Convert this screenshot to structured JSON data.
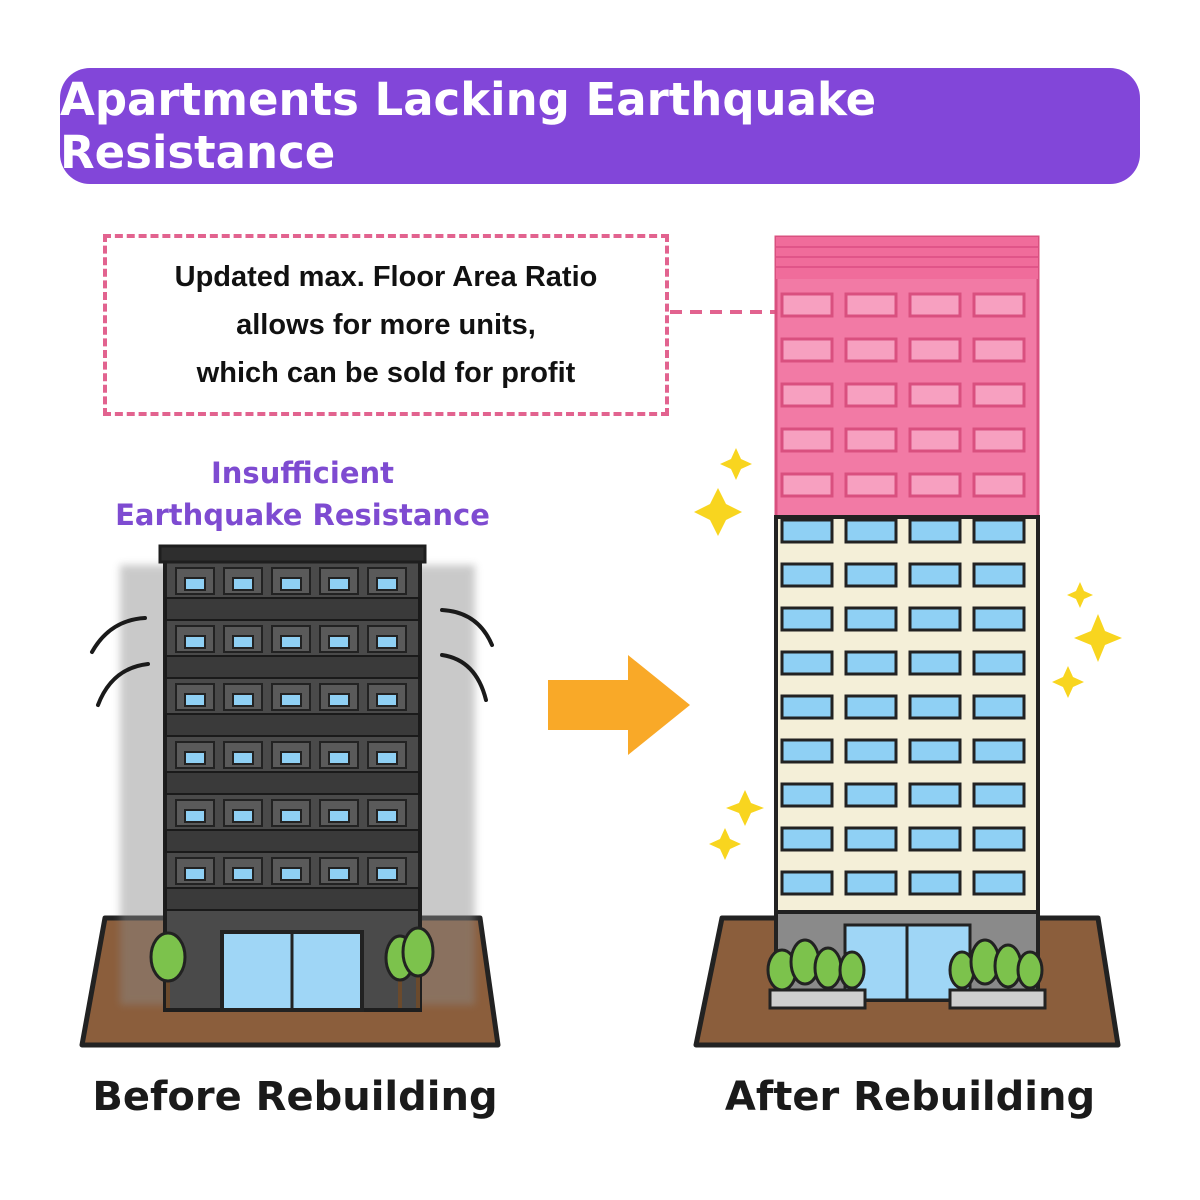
{
  "title": "Apartments Lacking Earthquake Resistance",
  "callout": {
    "lines": [
      "Updated max. Floor Area Ratio",
      "allows for more units,",
      "which can be sold for profit"
    ]
  },
  "before": {
    "label_lines": [
      "Insufficient",
      "Earthquake Resistance"
    ],
    "caption": "Before Rebuilding"
  },
  "after": {
    "caption": "After Rebuilding"
  },
  "colors": {
    "banner": "#8246d9",
    "callout_border": "#e2638f",
    "added_floors": "#f27aa5",
    "arrow": "#f9a928",
    "sparkle": "#f8d51f",
    "ground": "#8b5e3c",
    "window": "#8fd0f4",
    "old_building": "#4a4a4a",
    "new_building": "#f4efd8",
    "tree": "#7cc24c"
  },
  "icons": [
    "shake-lines-icon",
    "arrow-right-icon",
    "sparkle-icon",
    "tree-icon"
  ]
}
